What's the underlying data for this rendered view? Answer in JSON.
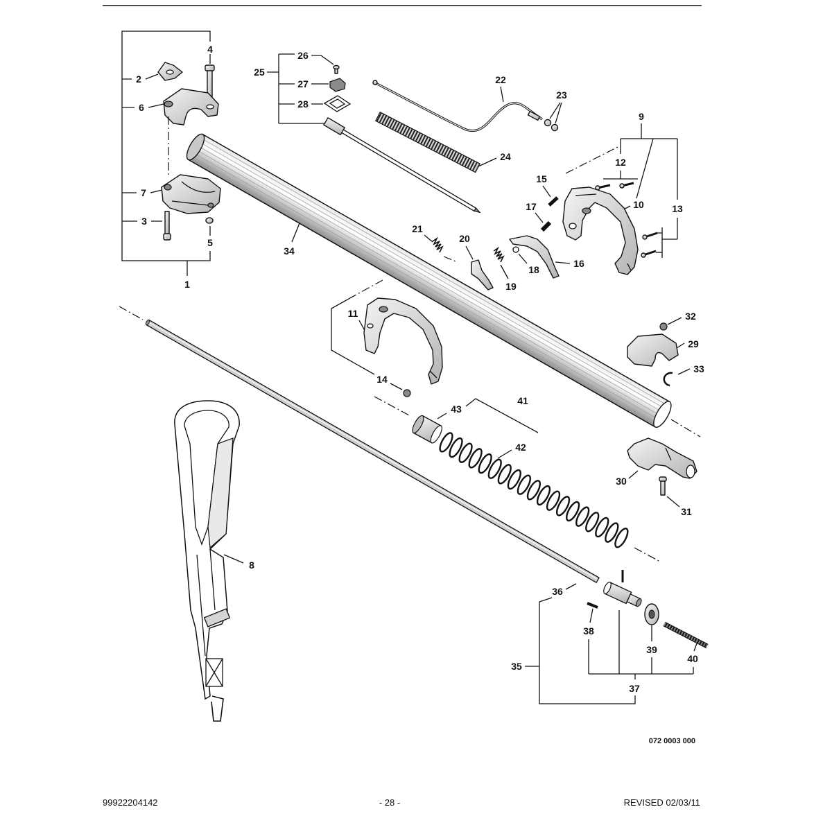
{
  "page": {
    "drawing_number": "072 0003 000",
    "footer_left": "99922204142",
    "footer_center": "- 28 -",
    "footer_right": "REVISED 02/03/11"
  },
  "callouts": [
    "1",
    "2",
    "3",
    "4",
    "5",
    "6",
    "7",
    "8",
    "9",
    "10",
    "11",
    "12",
    "13",
    "14",
    "15",
    "16",
    "17",
    "18",
    "19",
    "20",
    "21",
    "22",
    "23",
    "24",
    "25",
    "26",
    "27",
    "28",
    "29",
    "30",
    "31",
    "32",
    "33",
    "34",
    "35",
    "36",
    "37",
    "38",
    "39",
    "40",
    "41",
    "42",
    "43"
  ],
  "colors": {
    "ink": "#111111",
    "part_light": "#f2f2f2",
    "part_shade": "#b8b8b8"
  }
}
